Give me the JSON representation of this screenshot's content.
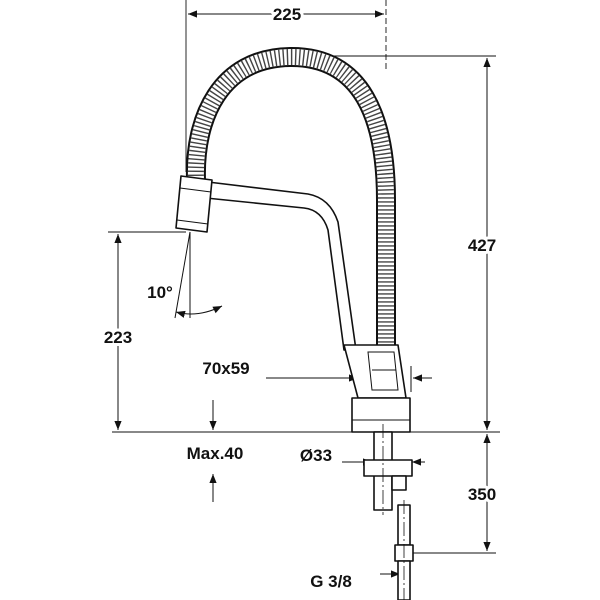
{
  "labels": {
    "width_overall": "225",
    "height_overall": "427",
    "angle": "10°",
    "spout_height": "223",
    "base_size": "70x59",
    "counter_max": "Max.40",
    "hole_diameter": "Ø33",
    "hose_length": "350",
    "thread": "G 3/8"
  }
}
